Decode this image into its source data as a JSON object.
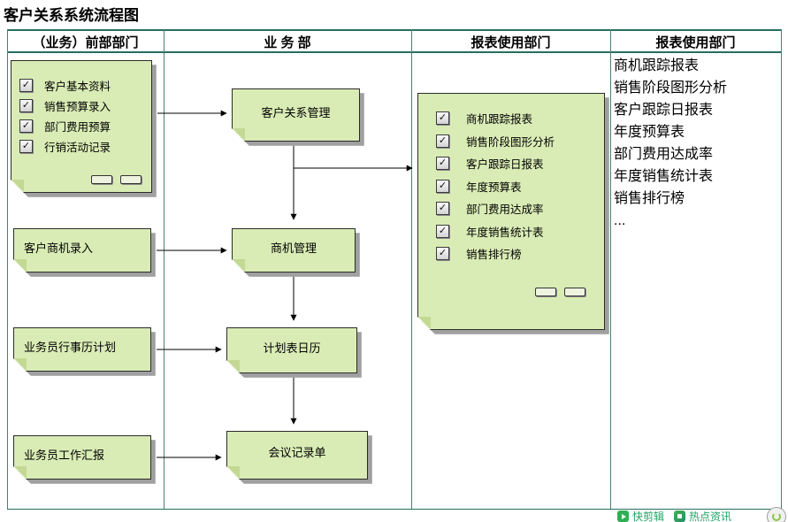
{
  "title": "客户关系系统流程图",
  "columns": {
    "c1": "（业务）前部部门",
    "c2": "业 务 部",
    "c3": "报表使用部门",
    "c4": "报表使用部门"
  },
  "notes": {
    "source_documents": {
      "items": [
        "客户基本资料",
        "销售预算录入",
        "部门费用预算",
        "行销活动记录"
      ]
    },
    "opportunity_entry": "客户商机录入",
    "itinerary_plan": "业务员行事历计划",
    "work_report": "业务员工作汇报",
    "crm": "客户关系管理",
    "opportunity_mgmt": "商机管理",
    "schedule_calendar": "计划表日历",
    "meeting_record": "会议记录单",
    "reports": {
      "items": [
        "商机跟踪报表",
        "销售阶段图形分析",
        "客户跟踪日报表",
        "年度预算表",
        "部门费用达成率",
        "年度销售统计表",
        "销售排行榜"
      ]
    }
  },
  "report_list": [
    "商机跟踪报表",
    "销售阶段图形分析",
    "客户跟踪日报表",
    "年度预算表",
    "部门费用达成率",
    "年度销售统计表",
    "销售排行榜",
    "..."
  ],
  "taskbar": {
    "quick_clip": "快剪辑",
    "hot_news": "热点资讯"
  },
  "colors": {
    "note_fill": "#d9ecb5",
    "note_fold": "#c3d893",
    "table_line": "#266e60",
    "shadow": "#a0a0a0",
    "taskbar_text": "#21a366"
  }
}
